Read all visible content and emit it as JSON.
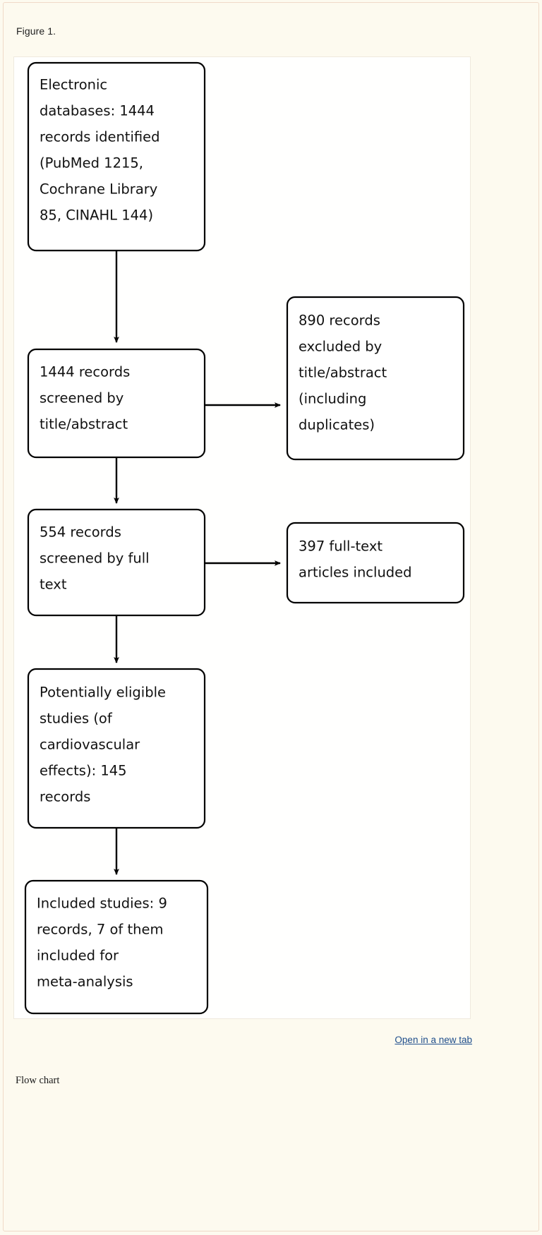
{
  "figure": {
    "label": "Figure 1.",
    "caption": "Flow chart",
    "open_link_label": "Open in a new tab"
  },
  "colors": {
    "page_background": "#fdfaef",
    "canvas_background": "#fffffe",
    "node_stroke": "#000000",
    "node_fill": "#ffffff",
    "arrow": "#000000",
    "link": "#1f4e8c",
    "frame_border": "#f0d9c8"
  },
  "chart_data": {
    "type": "diagram",
    "title": "Flow chart",
    "nodes": [
      {
        "id": "identified",
        "lines": [
          "Electronic",
          "databases: 1444",
          "records identified",
          "(PubMed 1215,",
          "Cochrane Library",
          "85, CINAHL 144)"
        ],
        "count": 1444,
        "sources": {
          "PubMed": 1215,
          "Cochrane Library": 85,
          "CINAHL": 144
        }
      },
      {
        "id": "screened-title-abstract",
        "lines": [
          "1444 records",
          "screened by",
          "title/abstract"
        ],
        "count": 1444
      },
      {
        "id": "excluded-title-abstract",
        "lines": [
          "890 records",
          "excluded by",
          "title/abstract",
          "(including",
          "duplicates)"
        ],
        "count": 890
      },
      {
        "id": "screened-full-text",
        "lines": [
          "554 records",
          "screened by full",
          "text"
        ],
        "count": 554
      },
      {
        "id": "full-text-included",
        "lines": [
          "397 full-text",
          "articles included"
        ],
        "count": 397
      },
      {
        "id": "potentially-eligible",
        "lines": [
          "Potentially eligible",
          "studies (of",
          "cardiovascular",
          "effects): 145",
          "records"
        ],
        "count": 145
      },
      {
        "id": "included-studies",
        "lines": [
          "Included studies: 9",
          "records, 7 of them",
          "included for",
          "meta-analysis"
        ],
        "count": 9,
        "meta_analysis_count": 7
      }
    ],
    "edges": [
      {
        "from": "identified",
        "to": "screened-title-abstract",
        "direction": "down"
      },
      {
        "from": "screened-title-abstract",
        "to": "excluded-title-abstract",
        "direction": "right"
      },
      {
        "from": "screened-title-abstract",
        "to": "screened-full-text",
        "direction": "down"
      },
      {
        "from": "screened-full-text",
        "to": "full-text-included",
        "direction": "right"
      },
      {
        "from": "screened-full-text",
        "to": "potentially-eligible",
        "direction": "down"
      },
      {
        "from": "potentially-eligible",
        "to": "included-studies",
        "direction": "down"
      }
    ]
  }
}
